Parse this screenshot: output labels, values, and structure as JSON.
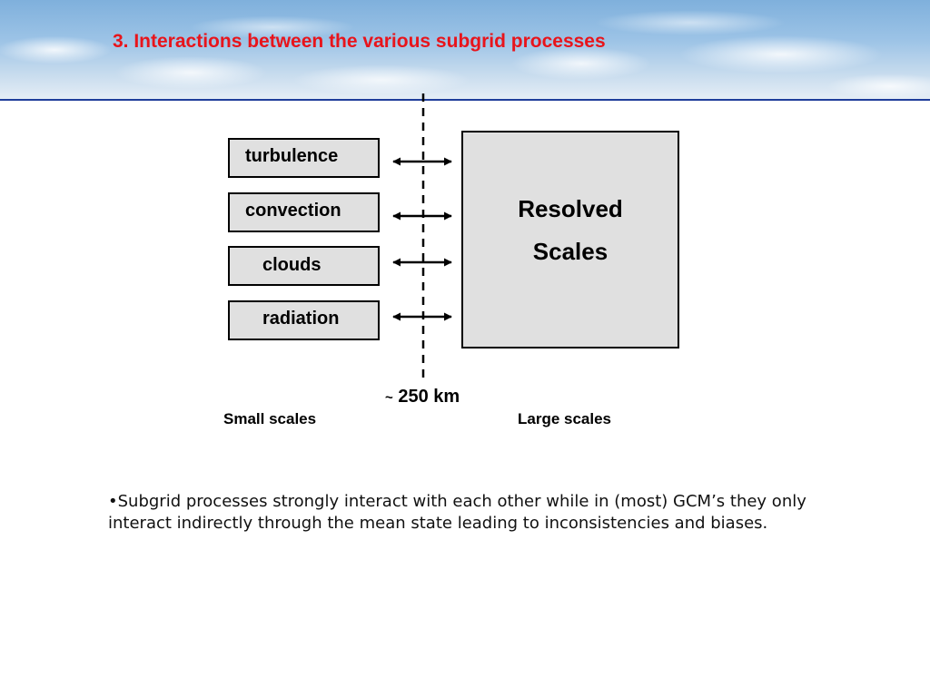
{
  "slide": {
    "title": "3. Interactions between the various subgrid processes"
  },
  "diagram": {
    "processes": [
      {
        "label": "turbulence"
      },
      {
        "label": "convection"
      },
      {
        "label": "clouds"
      },
      {
        "label": "radiation"
      }
    ],
    "resolved_line1": "Resolved",
    "resolved_line2": "Scales",
    "boundary_prefix": "~",
    "boundary_label": "250 km",
    "small_scales": "Small scales",
    "large_scales": "Large scales",
    "box_fill": "#e0e0e0"
  },
  "body": {
    "bullet": "•Subgrid processes strongly interact with each other while in (most) GCM’s they only interact indirectly through the mean state leading to inconsistencies and biases."
  }
}
